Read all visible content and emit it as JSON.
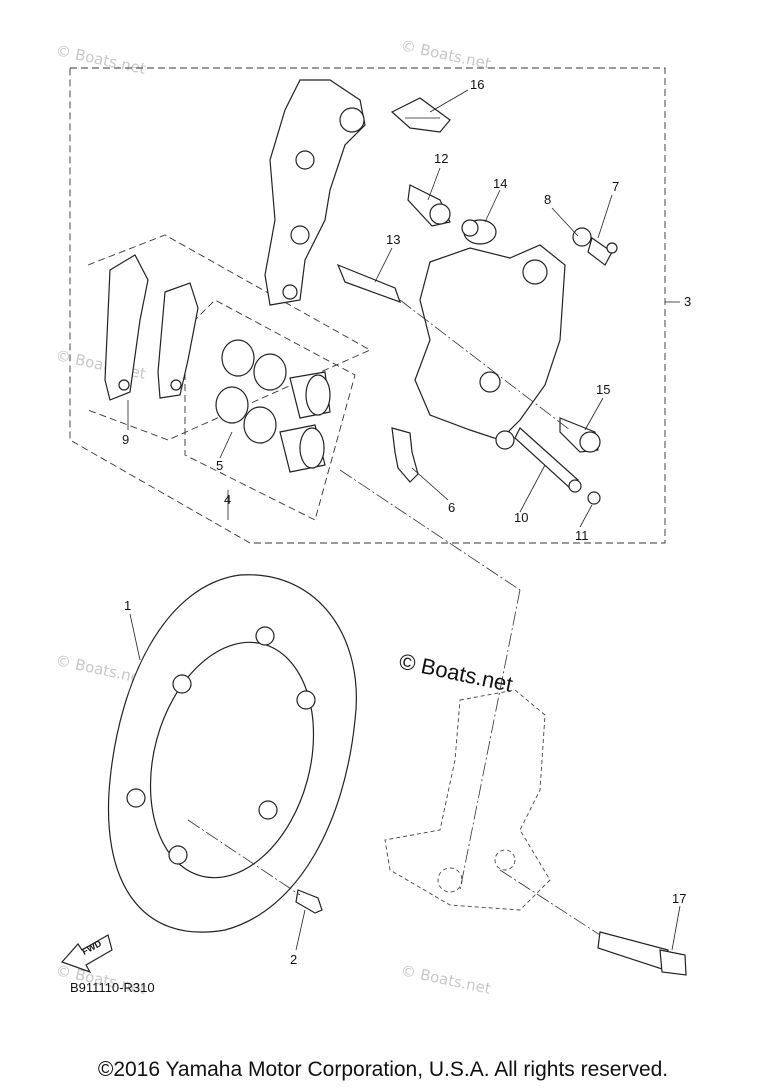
{
  "watermark": "© Boats.net",
  "watermark_center": "© Boats.net",
  "callouts": [
    "1",
    "2",
    "3",
    "4",
    "5",
    "6",
    "7",
    "8",
    "9",
    "10",
    "11",
    "12",
    "13",
    "14",
    "15",
    "16",
    "17"
  ],
  "diagram_code": "B911110-R310",
  "fwd_label": "FWD",
  "copyright": "©2016 Yamaha Motor Corporation, U.S.A. All rights reserved."
}
